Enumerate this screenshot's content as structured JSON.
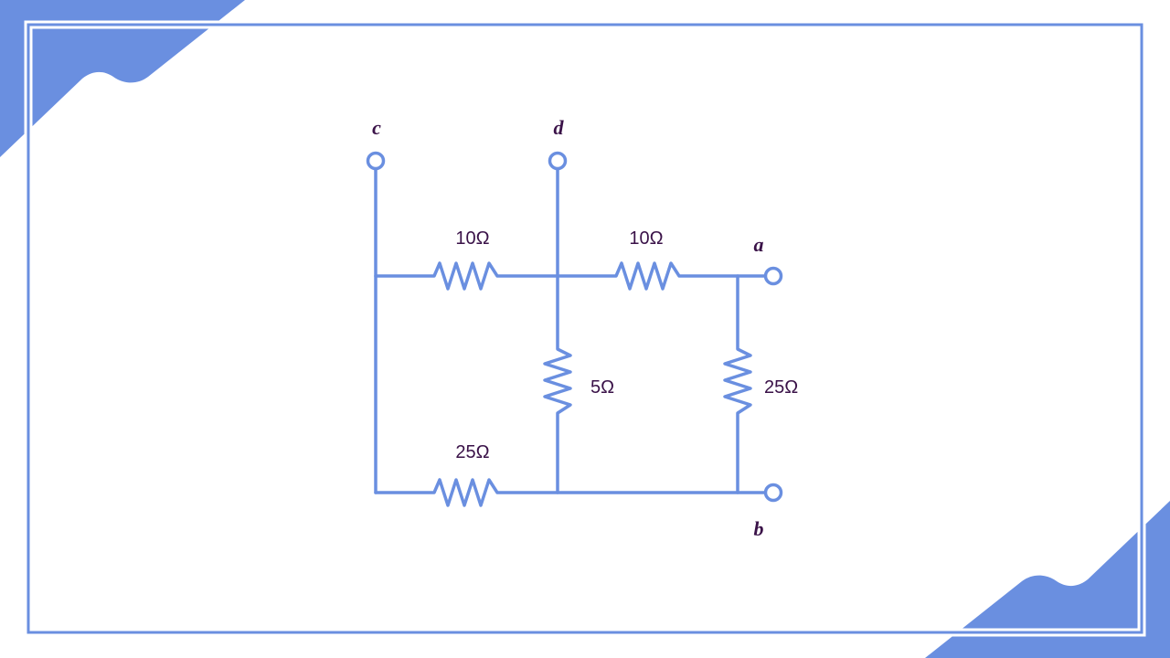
{
  "colors": {
    "accent": "#6a8fe0",
    "label": "#3a1248",
    "background": "#ffffff"
  },
  "circuit": {
    "nodes": {
      "c": "c",
      "d": "d",
      "a": "a",
      "b": "b"
    },
    "resistors": {
      "top_left": "10Ω",
      "top_right": "10Ω",
      "middle": "5Ω",
      "right": "25Ω",
      "bottom": "25Ω"
    }
  }
}
